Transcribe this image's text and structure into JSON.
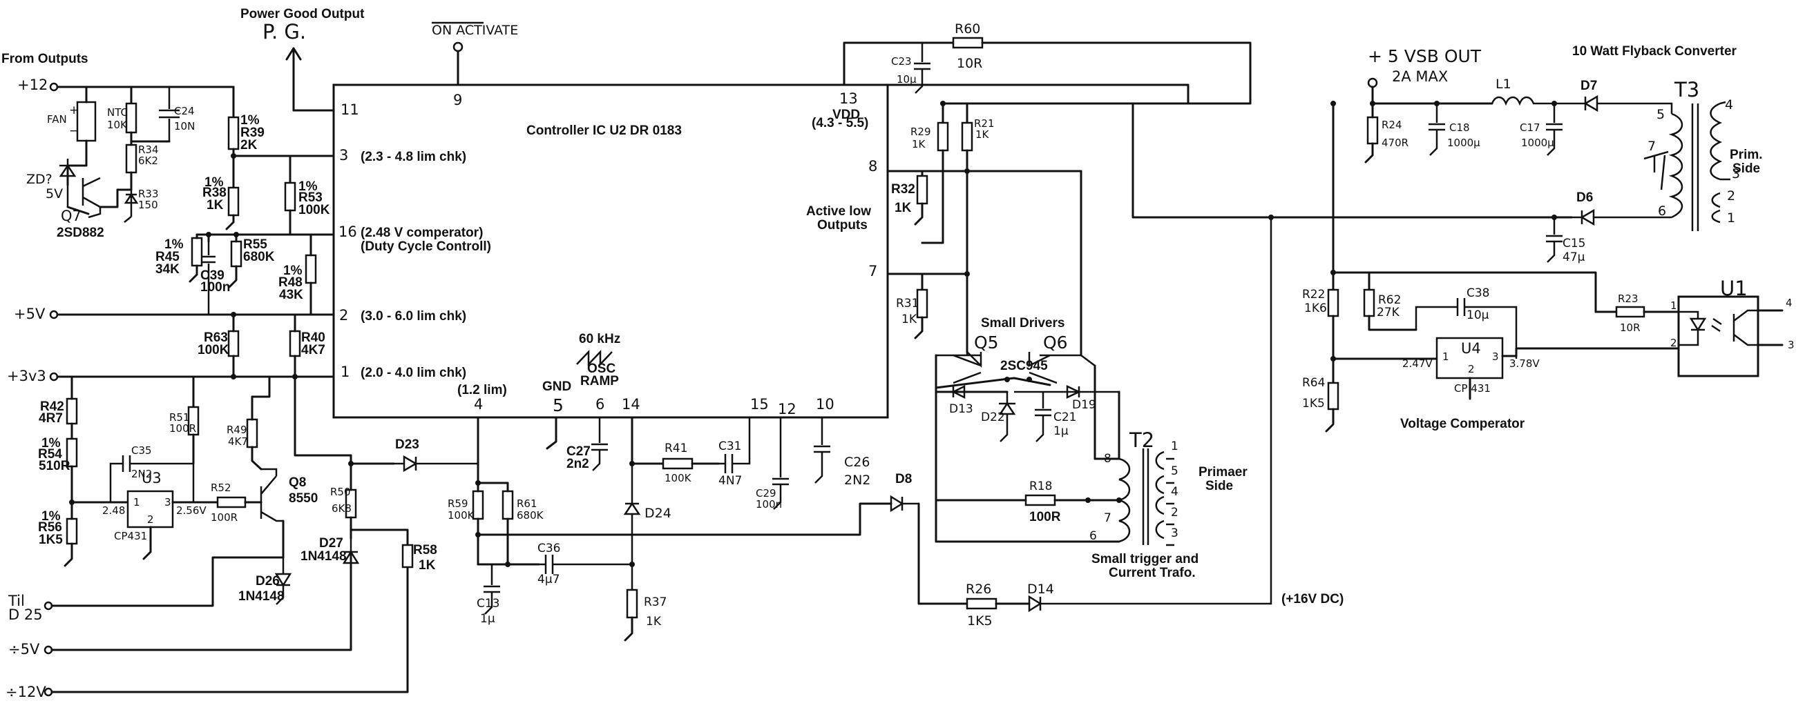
{
  "headings": {
    "power_good": "Power Good Output",
    "pg": "P. G.",
    "on_activate": "ON ACTIVATE",
    "from_outputs": "From Outputs",
    "flyback": "10 Watt Flyback Converter",
    "vsb_out": "+ 5 VSB OUT",
    "vsb_max": "2A   MAX",
    "active_low": "Active low",
    "outputs": "Outputs",
    "small_drivers": "Small Drivers",
    "voltage_comp": "Voltage Comperator",
    "small_trigger": "Small trigger and",
    "current_trafo": "Current Trafo.",
    "plus16": "(+16V DC)",
    "primaer": "Primaer",
    "side": "Side",
    "prim": "Prim.",
    "prim_side": "Side"
  },
  "controller": {
    "title": "Controller IC  U2  DR 0183",
    "vdd": "VDD",
    "vdd_range": "(4.3 - 5.5)",
    "gnd": "GND",
    "osc_freq": "60 kHz",
    "osc": "OSC",
    "ramp": "RAMP",
    "pin3_desc": "(2.3 - 4.8 lim chk)",
    "pin16_desc": "(2.48 V comperator)",
    "pin16_desc2": "(Duty Cycle Controll)",
    "pin2_desc": "(3.0 - 6.0 lim chk)",
    "pin1_desc": "(2.0 - 4.0 lim chk)",
    "pin4_desc": "(1.2 lim)",
    "pins": {
      "p11": "11",
      "p9": "9",
      "p13": "13",
      "p3": "3",
      "p16": "16",
      "p2": "2",
      "p1": "1",
      "p4": "4",
      "p5": "5",
      "p6": "6",
      "p14": "14",
      "p15": "15",
      "p12": "12",
      "p10": "10",
      "p8": "8",
      "p7": "7"
    }
  },
  "inputs": {
    "v12": "+12",
    "v5": "+5V",
    "v3": "+3v3",
    "til": "Til",
    "d25": "D 25",
    "m5": "÷5V",
    "m12": "÷12V"
  },
  "components": {
    "fan": "FAN",
    "fan_plus": "+",
    "fan_minus": "−",
    "ntc": "NTC",
    "ntc_val": "10K",
    "c24": "C24",
    "c24_val": "10N",
    "r34": "R34",
    "r34_val": "6K2",
    "r33": "R33",
    "r33_val": "150",
    "zd": "ZD?",
    "zd_val": "5V",
    "q7": "Q7",
    "q7_type": "2SD882",
    "r39_tol": "1%",
    "r39": "R39",
    "r39_val": "2K",
    "r38_tol": "1%",
    "r38": "R38",
    "r38_val": "1K",
    "r53_tol": "1%",
    "r53": "R53",
    "r53_val": "100K",
    "r45_tol": "1%",
    "r45": "R45",
    "r45_val": "34K",
    "r55": "R55",
    "r55_val": "680K",
    "c39": "C39",
    "c39_val": "100n",
    "r48_tol": "1%",
    "r48": "R48",
    "r48_val": "43K",
    "r63": "R63",
    "r63_val": "100K",
    "r40": "R40",
    "r40_val": "4K7",
    "r42": "R42",
    "r42_val": "4R7",
    "r54_tol": "1%",
    "r54": "R54",
    "r54_val": "510R",
    "r56_tol": "1%",
    "r56": "R56",
    "r56_val": "1K5",
    "r51": "R51",
    "r51_val": "100R",
    "r49": "R49",
    "r49_val": "4K7",
    "c35": "C35",
    "c35_val": "2N2",
    "u3": "U3",
    "u3_type": "CP431",
    "u3_v1": "2.48",
    "u3_v2": "2.56V",
    "u3_p1": "1",
    "u3_p2": "2",
    "u3_p3": "3",
    "r52": "R52",
    "r52_val": "100R",
    "q8": "Q8",
    "q8_type": "8550",
    "d26": "D26",
    "d26_type": "1N4148",
    "d27": "D27",
    "d27_type": "1N4148",
    "r50": "R50",
    "r50_val": "6K8",
    "r58": "R58",
    "r58_val": "1K",
    "d23": "D23",
    "r59": "R59",
    "r59_val": "100K",
    "r61": "R61",
    "r61_val": "680K",
    "c13": "C13",
    "c13_val": "1µ",
    "c36": "C36",
    "c36_val": "4µ7",
    "c27": "C27",
    "c27_val": "2n2",
    "d24": "D24",
    "r37": "R37",
    "r37_val": "1K",
    "r41": "R41",
    "r41_val": "100K",
    "c31": "C31",
    "c31_val": "4N7",
    "c29": "C29",
    "c29_val": "100n",
    "c26": "C26",
    "c26_val": "2N2",
    "d8": "D8",
    "c23": "C23",
    "c23_val": "10µ",
    "r60": "R60",
    "r60_val": "10R",
    "r29": "R29",
    "r29_val": "1K",
    "r21": "R21",
    "r21_val": "1K",
    "r32": "R32",
    "r32_val": "1K",
    "r31": "R31",
    "r31_val": "1K",
    "q5": "Q5",
    "q6": "Q6",
    "q56_type": "2SC945",
    "d13": "D13",
    "d22": "D22",
    "c21": "C21",
    "c21_val": "1µ",
    "d19": "D19",
    "t2": "T2",
    "t2_8": "8",
    "t2_7": "7",
    "t2_6": "6",
    "t2_1": "1",
    "t2_5": "5",
    "t2_4": "4",
    "t2_2": "2",
    "t2_3": "3",
    "r18": "R18",
    "r18_val": "100R",
    "r26": "R26",
    "r26_val": "1K5",
    "d14": "D14",
    "r24": "R24",
    "r24_val": "470R",
    "c18": "C18",
    "c18_val": "1000µ",
    "l1": "L1",
    "c17": "C17",
    "c17_val": "1000µ",
    "d7": "D7",
    "d6": "D6",
    "t3": "T3",
    "t3_5": "5",
    "t3_7": "7",
    "t3_6": "6",
    "t3_4": "4",
    "t3_3": "3",
    "t3_2": "2",
    "t3_1": "1",
    "c15": "C15",
    "c15_val": "47µ",
    "r22": "R22",
    "r22_val": "1K6",
    "r62": "R62",
    "r62_val": "27K",
    "c38": "C38",
    "c38_val": "10µ",
    "r64": "R64",
    "r64_val": "1K5",
    "u4": "U4",
    "u4_type": "CP 431",
    "u4_v1": "2.47V",
    "u4_v2": "3.78V",
    "u4_p1": "1",
    "u4_p2": "2",
    "u4_p3": "3",
    "r23": "R23",
    "r23_val": "10R",
    "u1": "U1",
    "u1_p1": "1",
    "u1_p2": "2",
    "u1_p3": "3",
    "u1_p4": "4"
  }
}
